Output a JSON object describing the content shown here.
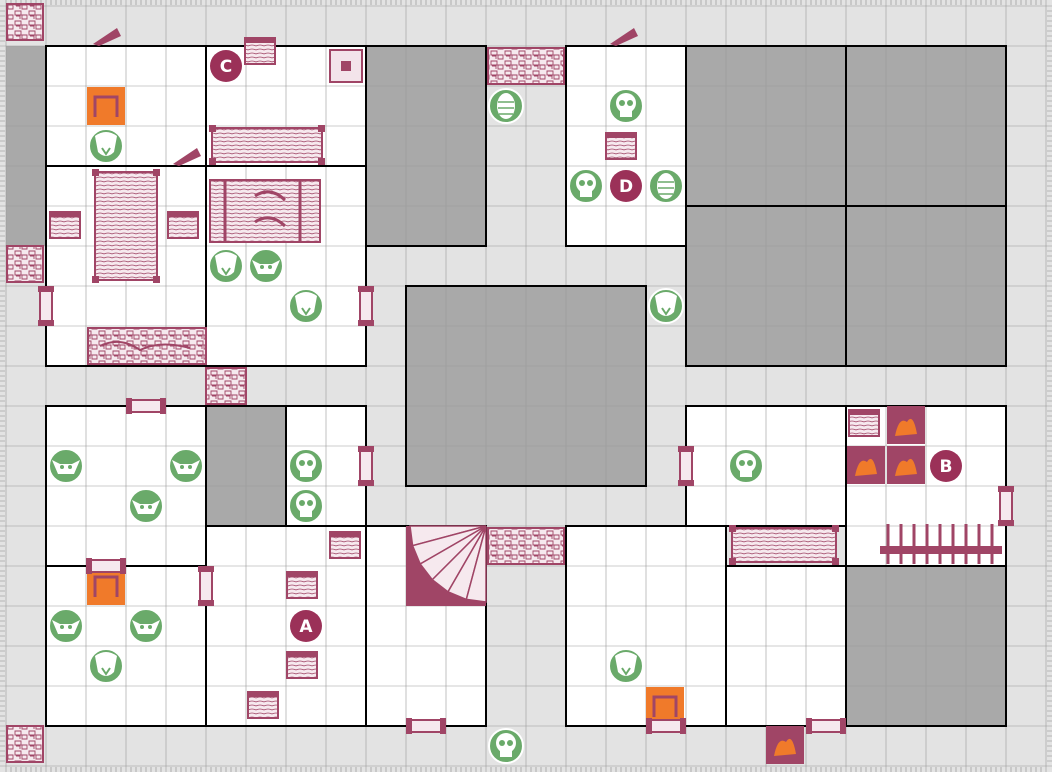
{
  "board": {
    "grid_columns": 26,
    "grid_rows": 19,
    "colors": {
      "corridor": "#e3e3e3",
      "room_floor": "#ffffff",
      "blocked": "#a9a9a9",
      "grid_line": "#9a9a9a",
      "wall": "#000000",
      "furniture": "#a04566",
      "furniture_light": "#f3e4ea",
      "monster": "#6aaa6a",
      "special_tile": "#f07a2a",
      "label_fill": "#9b3158",
      "label_text": "#ffffff"
    }
  },
  "labels": [
    {
      "name": "room-label-c",
      "text": "C"
    },
    {
      "name": "room-label-d",
      "text": "D"
    },
    {
      "name": "room-label-a",
      "text": "A"
    },
    {
      "name": "room-label-b",
      "text": "B"
    }
  ],
  "monsters": [
    {
      "type": "orc",
      "icon": "orc-icon"
    },
    {
      "type": "orc",
      "icon": "orc-icon"
    },
    {
      "type": "orc",
      "icon": "orc-icon"
    },
    {
      "type": "orc",
      "icon": "orc-icon"
    },
    {
      "type": "orc",
      "icon": "orc-icon"
    },
    {
      "type": "orc",
      "icon": "orc-icon"
    },
    {
      "type": "goblin",
      "icon": "goblin-icon"
    },
    {
      "type": "goblin",
      "icon": "goblin-icon"
    },
    {
      "type": "goblin",
      "icon": "goblin-icon"
    },
    {
      "type": "goblin",
      "icon": "goblin-icon"
    },
    {
      "type": "goblin",
      "icon": "goblin-icon"
    },
    {
      "type": "goblin",
      "icon": "goblin-icon"
    },
    {
      "type": "skeleton",
      "icon": "skull-icon"
    },
    {
      "type": "skeleton",
      "icon": "skull-icon"
    },
    {
      "type": "skeleton",
      "icon": "skull-icon"
    },
    {
      "type": "skeleton",
      "icon": "skull-icon"
    },
    {
      "type": "skeleton",
      "icon": "skull-icon"
    },
    {
      "type": "skeleton",
      "icon": "skull-icon"
    },
    {
      "type": "mummy",
      "icon": "mummy-icon"
    },
    {
      "type": "mummy",
      "icon": "mummy-icon"
    }
  ]
}
